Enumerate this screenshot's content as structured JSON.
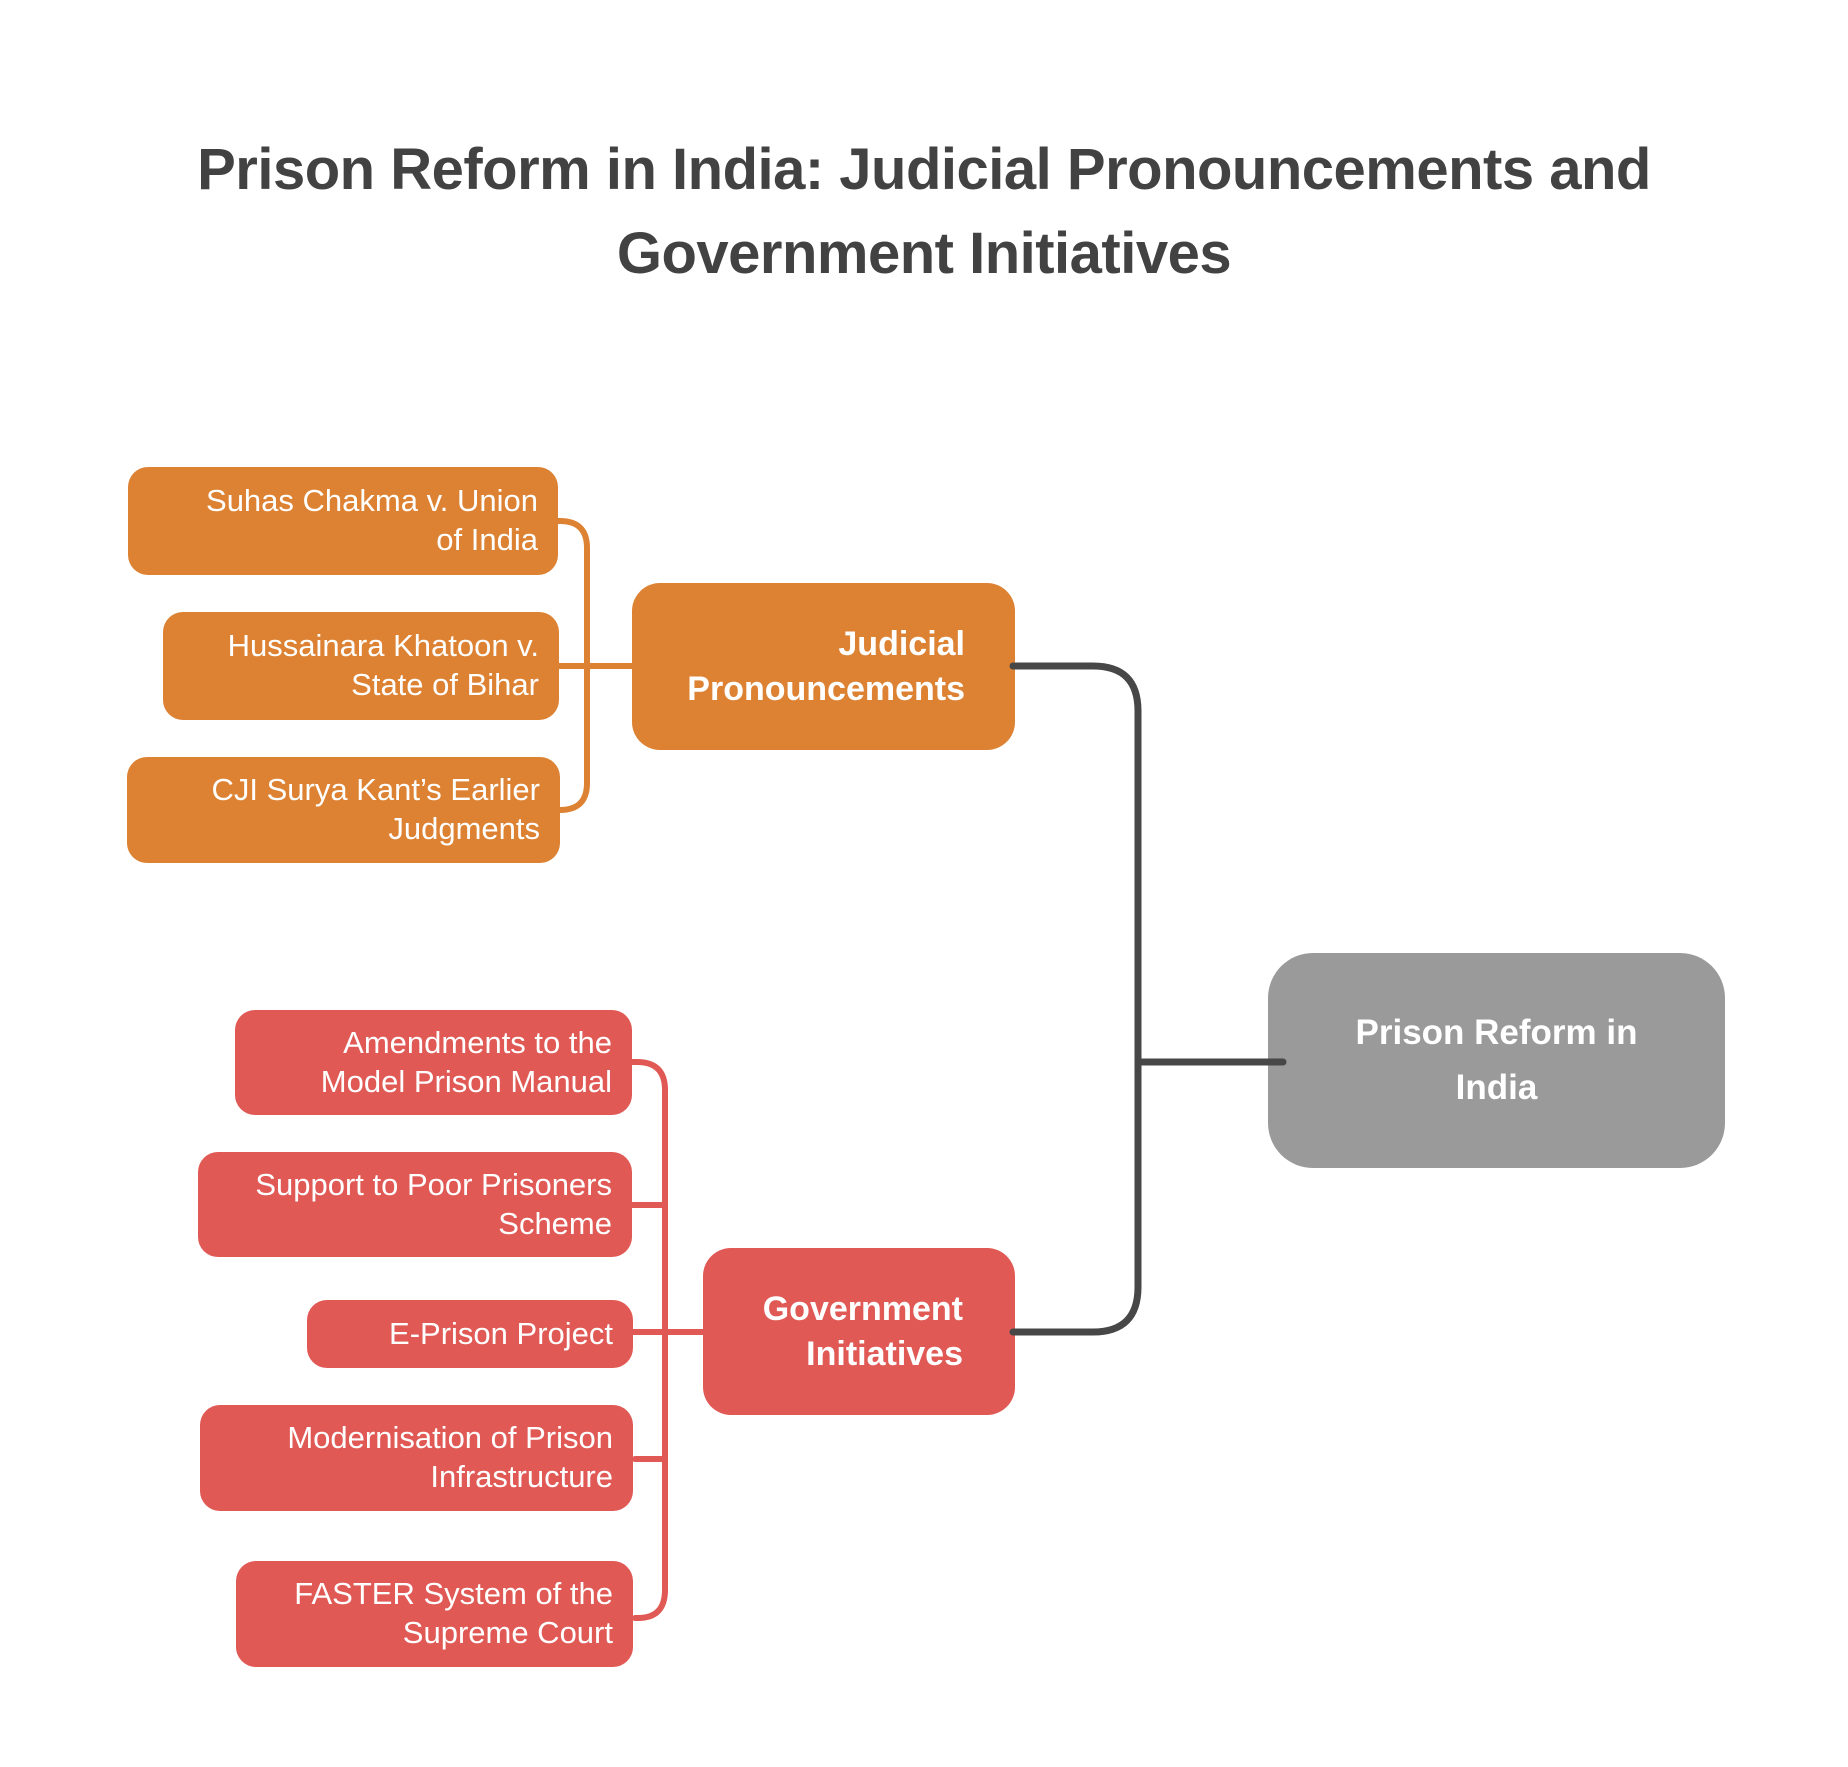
{
  "title": "Prison Reform in India: Judicial Pronouncements and Government Initiatives",
  "root": {
    "label": "Prison Reform in India"
  },
  "branches": {
    "judicial": {
      "label": "Judicial Pronouncements",
      "children": [
        "Suhas Chakma v. Union of India",
        "Hussainara Khatoon v. State of Bihar",
        "CJI Surya Kant’s Earlier Judgments"
      ]
    },
    "government": {
      "label": "Government Initiatives",
      "children": [
        "Amendments to the Model Prison Manual",
        "Support to Poor Prisoners Scheme",
        "E-Prison Project",
        "Modernisation of Prison Infrastructure",
        "FASTER System of the Supreme Court"
      ]
    }
  },
  "colors": {
    "judicial": "#DD8233",
    "government": "#E05955",
    "root": "#9A9A9A",
    "connector": "#474748",
    "title": "#424242",
    "node_text": "#FFFFFF",
    "background": "#FFFFFF"
  }
}
